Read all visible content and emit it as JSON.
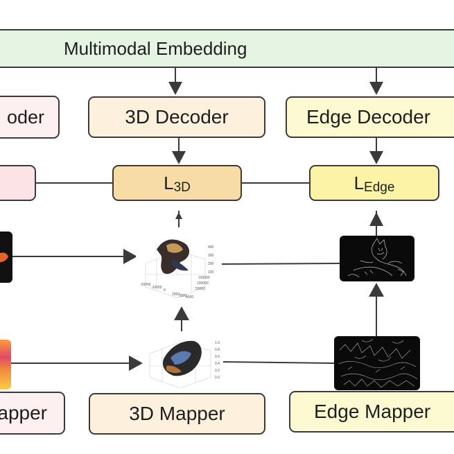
{
  "colors": {
    "embedding_fill": "#e6f4e3",
    "decoder_3d_fill": "#fdf0dc",
    "decoder_edge_fill": "#fdfad2",
    "decoder_left_fill": "#fdf0f0",
    "loss_3d_fill": "#f7dca6",
    "loss_edge_fill": "#fcf3a6",
    "loss_left_fill": "#fbe3e6",
    "mapper_3d_fill": "#fdf0dc",
    "mapper_edge_fill": "#fdfad2",
    "mapper_left_fill": "#fdf0f0",
    "line": "#3a3a3a"
  },
  "embedding": {
    "label": "Multimodal Embedding"
  },
  "decoders": {
    "left": "oder",
    "threed": "3D Decoder",
    "edge": "Edge Decoder"
  },
  "losses": {
    "threed": {
      "base": "L",
      "sub": "3D"
    },
    "edge": {
      "base": "L",
      "sub": "Edge"
    }
  },
  "plots": {
    "threed_top_ticks": [
      "400",
      "300",
      "200",
      "100",
      "-20000",
      "-10000",
      "0",
      "150000",
      "100000",
      "50000",
      "2000",
      "3000",
      "4000"
    ],
    "threed_bottom_ticks": [
      "1.0",
      "0.8",
      "0.6",
      "0.4",
      "0.2",
      "0.0"
    ]
  },
  "mappers": {
    "left": "apper",
    "threed": "3D Mapper",
    "edge": "Edge Mapper"
  }
}
